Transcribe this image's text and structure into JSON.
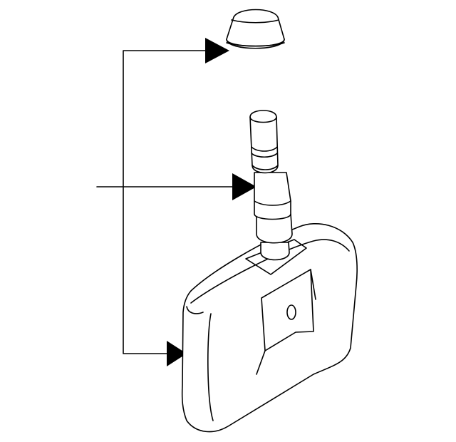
{
  "diagram": {
    "type": "parts-illustration",
    "parts": [
      "valve-cap",
      "valve-stem",
      "tpms-sensor-body"
    ],
    "callout_arrows": 3
  },
  "colors": {
    "background": "#ffffff",
    "line": "#000000"
  }
}
